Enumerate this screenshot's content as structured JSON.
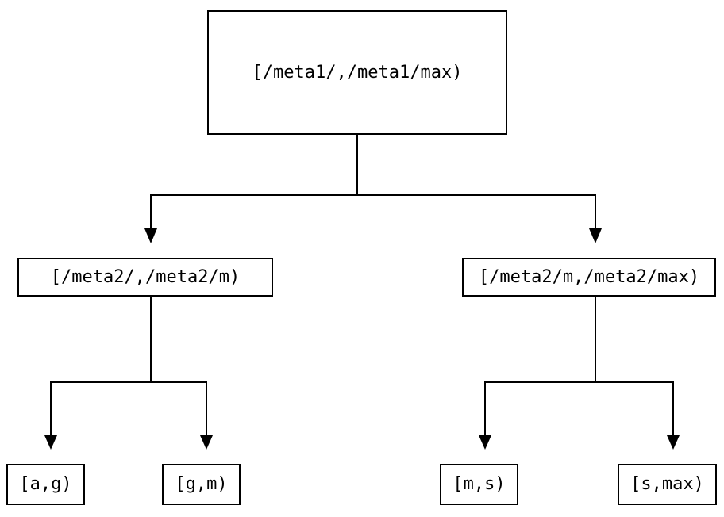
{
  "diagram": {
    "background_color": "#ffffff",
    "line_color": "#000000",
    "text_color": "#000000",
    "nodes": [
      {
        "id": "root",
        "label": "[/meta1/,/meta1/max)"
      },
      {
        "id": "meta2-low",
        "label": "[/meta2/,/meta2/m)"
      },
      {
        "id": "meta2-high",
        "label": "[/meta2/m,/meta2/max)"
      },
      {
        "id": "a-g",
        "label": "[a,g)"
      },
      {
        "id": "g-m",
        "label": "[g,m)"
      },
      {
        "id": "m-s",
        "label": "[m,s)"
      },
      {
        "id": "s-max",
        "label": "[s,max)"
      }
    ],
    "edges": [
      {
        "from": "root",
        "to": "meta2-low"
      },
      {
        "from": "root",
        "to": "meta2-high"
      },
      {
        "from": "meta2-low",
        "to": "a-g"
      },
      {
        "from": "meta2-low",
        "to": "g-m"
      },
      {
        "from": "meta2-high",
        "to": "m-s"
      },
      {
        "from": "meta2-high",
        "to": "s-max"
      }
    ]
  }
}
